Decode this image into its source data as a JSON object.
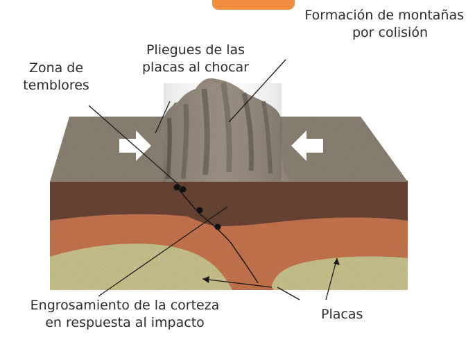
{
  "labels": {
    "collision_line1": "Formación de montañas",
    "collision_line2": "por colisión",
    "folds_line1": "Pliegues de las",
    "folds_line2": "placas al chocar",
    "quake_line1": "Zona de",
    "quake_line2": "temblores",
    "thickening_line1": "Engrosamiento de la corteza",
    "thickening_line2": "en respuesta al impacto",
    "plates": "Placas"
  },
  "colors": {
    "top_tab": "#f08a3c",
    "surface": "#8f8475",
    "mountain": "#9b8f80",
    "brown_layer": "#6b4634",
    "orange_layer": "#c9774f",
    "mantle": "#cdc68f",
    "arrow": "#ffffff",
    "point": "#111111"
  }
}
